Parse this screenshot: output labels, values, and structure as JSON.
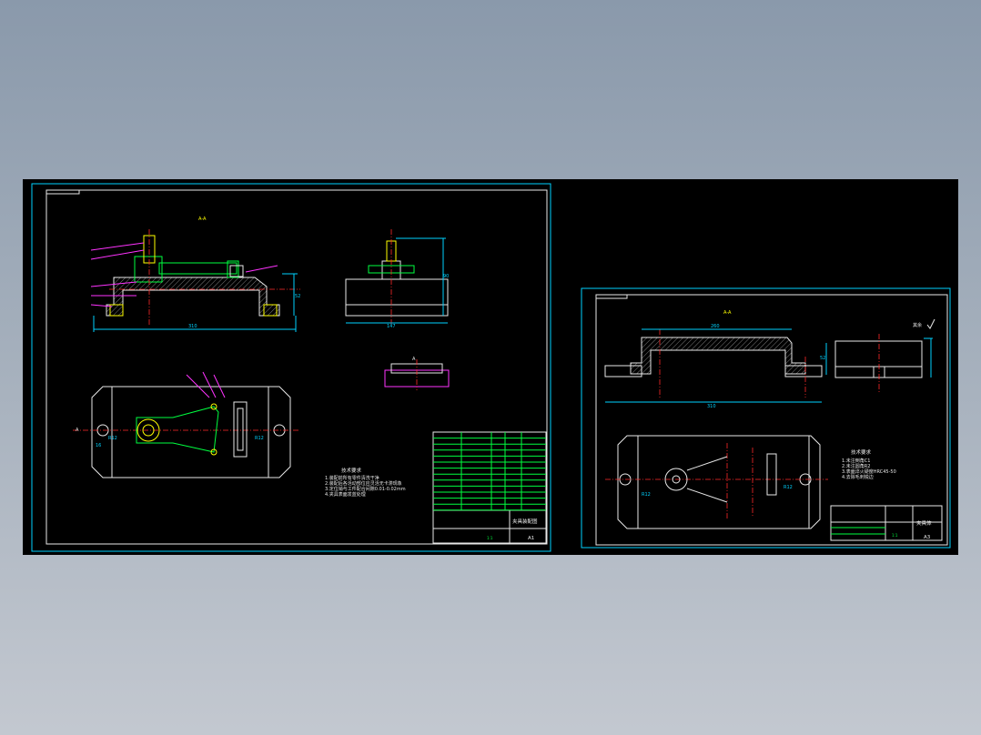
{
  "sheet1": {
    "section_label": "A-A",
    "dims": {
      "width_front": "310",
      "width_side": "147",
      "height_side": "90",
      "height_front": "52"
    },
    "notes_title": "技术要求",
    "notes": [
      "1.装配前所有零件清洗干净",
      "2.装配后各活动部位应灵活无卡滞现象",
      "3.定位销与工件配合间隙0.01-0.02mm",
      "4.夹具表面发蓝处理"
    ],
    "left_label_a": "A",
    "left_label_b": "16",
    "hole_label_left": "R12",
    "hole_label_right": "R12",
    "title_block": {
      "name": "夹具装配图",
      "scale": "1:1",
      "sheet": "A1"
    }
  },
  "sheet2": {
    "section_label": "A-A",
    "roughness": "其余",
    "dims": {
      "top": "260",
      "bottom": "310",
      "side": "52"
    },
    "notes_title": "技术要求",
    "notes": [
      "1.未注倒角C1",
      "2.未注圆角R2",
      "3.表面淬火硬度HRC45-50",
      "4.去除毛刺锐边"
    ],
    "hole_label_left": "R12",
    "hole_label_right": "R12",
    "title_block": {
      "name": "夹具体",
      "scale": "1:1",
      "sheet": "A3"
    }
  },
  "colors": {
    "cyan": "#00d2ff",
    "green": "#00ff40",
    "red": "#ff2a2a",
    "magenta": "#ff33ff",
    "yellow": "#ffff00"
  }
}
